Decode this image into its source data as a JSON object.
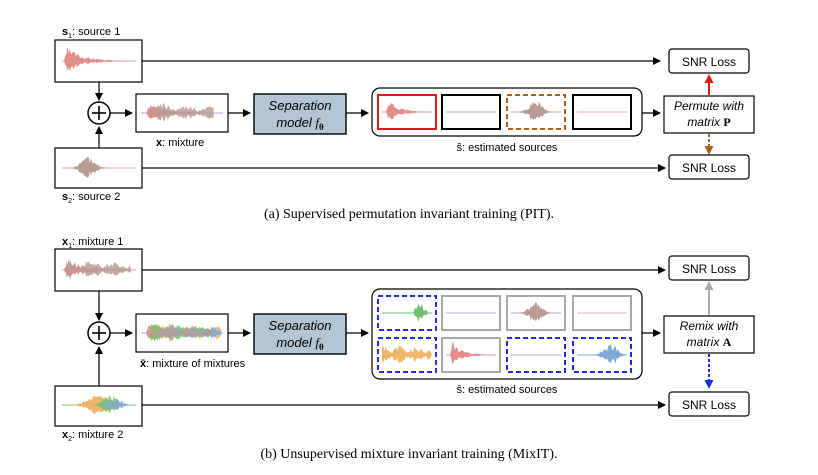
{
  "pit": {
    "source1_label": "s",
    "source1_sub": "1",
    "source1_text": ": source 1",
    "source2_label": "s",
    "source2_sub": "2",
    "source2_text": ": source 2",
    "mixture_bold": "x",
    "mixture_text": ": mixture",
    "separation_line1": "Separation",
    "separation_line2": "model",
    "separation_f": "f",
    "separation_theta": "θ",
    "estimated_label": "ŝ: estimated sources",
    "loss1": "SNR Loss",
    "loss2": "SNR Loss",
    "operation_line1": "Permute with",
    "operation_line2": "matrix",
    "operation_matrix": "P",
    "caption": "(a) Supervised permutation invariant training (PIT)."
  },
  "mixit": {
    "mix1_label": "x",
    "mix1_sub": "1",
    "mix1_text": ": mixture 1",
    "mix2_label": "x",
    "mix2_sub": "2",
    "mix2_text": ": mixture 2",
    "mom_bold": "x̄",
    "mom_text": ": mixture of mixtures",
    "separation_line1": "Separation",
    "separation_line2": "model",
    "separation_f": "f",
    "separation_theta": "θ",
    "estimated_label": "ŝ: estimated sources",
    "loss1": "SNR Loss",
    "loss2": "SNR Loss",
    "operation_line1": "Remix with",
    "operation_line2": "matrix",
    "operation_matrix": "A",
    "caption": "(b) Unsupervised mixture invariant training (MixIT)."
  },
  "colors": {
    "model_fill": "#b4c5d3",
    "red": "#e01818",
    "brown": "#a9621b",
    "blue": "#1c2fd8",
    "gray": "#a8a8a8",
    "pink_wave": "#e58c8c",
    "brown_wave": "#b89b94",
    "green_wave": "#6fbf6f",
    "orange_wave": "#f0b46a",
    "blue_wave": "#7fa9d6",
    "purple_line": "#b7a8d8"
  }
}
